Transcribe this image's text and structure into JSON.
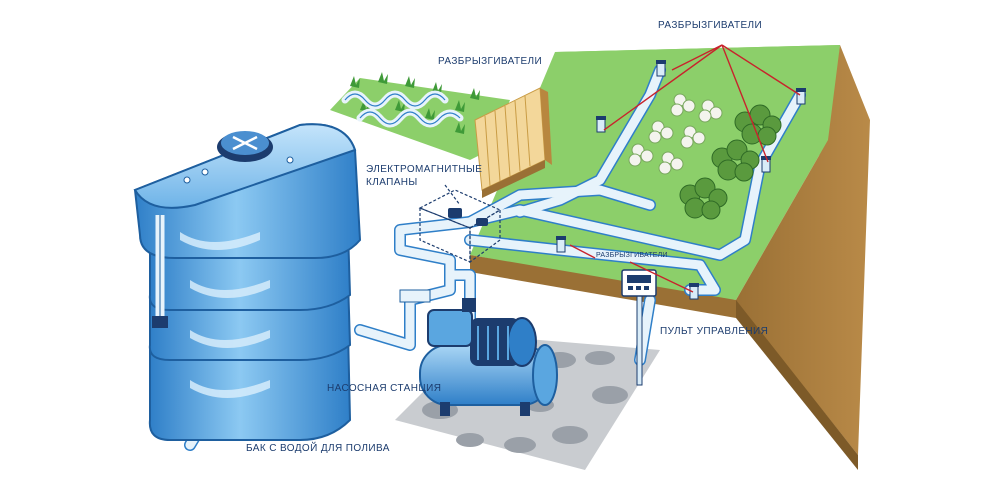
{
  "labels": {
    "sprinklers_top_right": "РАЗБРЫЗГИВАТЕЛИ",
    "sprinklers_top_left": "РАЗБРЫЗГИВАТЕЛИ",
    "solenoid_valves_line1": "ЭЛЕКТРОМАГНИТНЫЕ",
    "solenoid_valves_line2": "КЛАПАНЫ",
    "sprinklers_small": "РАЗБРЫЗГИВАТЕЛИ",
    "control_panel": "ПУЛЬТ УПРАВЛЕНИЯ",
    "pump_station": "НАСОСНАЯ СТАНЦИЯ",
    "water_tank": "БАК С ВОДОЙ ДЛЯ ПОЛИВА"
  },
  "icons": [
    "water-tank-icon",
    "pump-icon",
    "controller-icon",
    "sprinkler-icon",
    "bush-icon",
    "flower-icon",
    "fence-icon"
  ],
  "colors": {
    "grass": "#8ccf6a",
    "soil": "#a87e3f",
    "pipe": "#e7f3fb",
    "tank": "#5aa6e0",
    "label": "#1c3c6e",
    "pointer": "#c8232c"
  }
}
